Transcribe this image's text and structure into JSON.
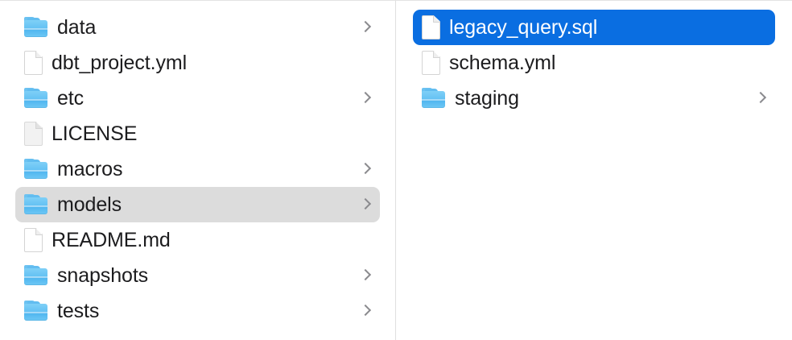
{
  "view": {
    "kind": "finder-column-view",
    "background_color": "#ffffff",
    "divider_color": "#e0e0e0",
    "selected_row_color": "#0a6ee1",
    "highlighted_row_color": "#dcdcdc",
    "chevron_icon": "chevron-right-icon",
    "folder_icon": "folder-icon",
    "file_icon": "document-icon"
  },
  "columns": [
    {
      "name": "column-one",
      "items": [
        {
          "label": "data",
          "icon": "folder-icon",
          "kind": "folder",
          "has_chevron": true,
          "state": "normal"
        },
        {
          "label": "dbt_project.yml",
          "icon": "document-icon",
          "kind": "file",
          "has_chevron": false,
          "state": "normal"
        },
        {
          "label": "etc",
          "icon": "folder-icon",
          "kind": "folder",
          "has_chevron": true,
          "state": "normal"
        },
        {
          "label": "LICENSE",
          "icon": "document-icon",
          "kind": "file",
          "has_chevron": false,
          "state": "normal",
          "tone": "gray"
        },
        {
          "label": "macros",
          "icon": "folder-icon",
          "kind": "folder",
          "has_chevron": true,
          "state": "normal"
        },
        {
          "label": "models",
          "icon": "folder-icon",
          "kind": "folder",
          "has_chevron": true,
          "state": "highlighted"
        },
        {
          "label": "README.md",
          "icon": "document-icon",
          "kind": "file",
          "has_chevron": false,
          "state": "normal"
        },
        {
          "label": "snapshots",
          "icon": "folder-icon",
          "kind": "folder",
          "has_chevron": true,
          "state": "normal"
        },
        {
          "label": "tests",
          "icon": "folder-icon",
          "kind": "folder",
          "has_chevron": true,
          "state": "normal"
        }
      ]
    },
    {
      "name": "column-two",
      "items": [
        {
          "label": "legacy_query.sql",
          "icon": "document-icon",
          "kind": "file",
          "has_chevron": false,
          "state": "selected"
        },
        {
          "label": "schema.yml",
          "icon": "document-icon",
          "kind": "file",
          "has_chevron": false,
          "state": "normal"
        },
        {
          "label": "staging",
          "icon": "folder-icon",
          "kind": "folder",
          "has_chevron": true,
          "state": "normal"
        }
      ]
    }
  ]
}
